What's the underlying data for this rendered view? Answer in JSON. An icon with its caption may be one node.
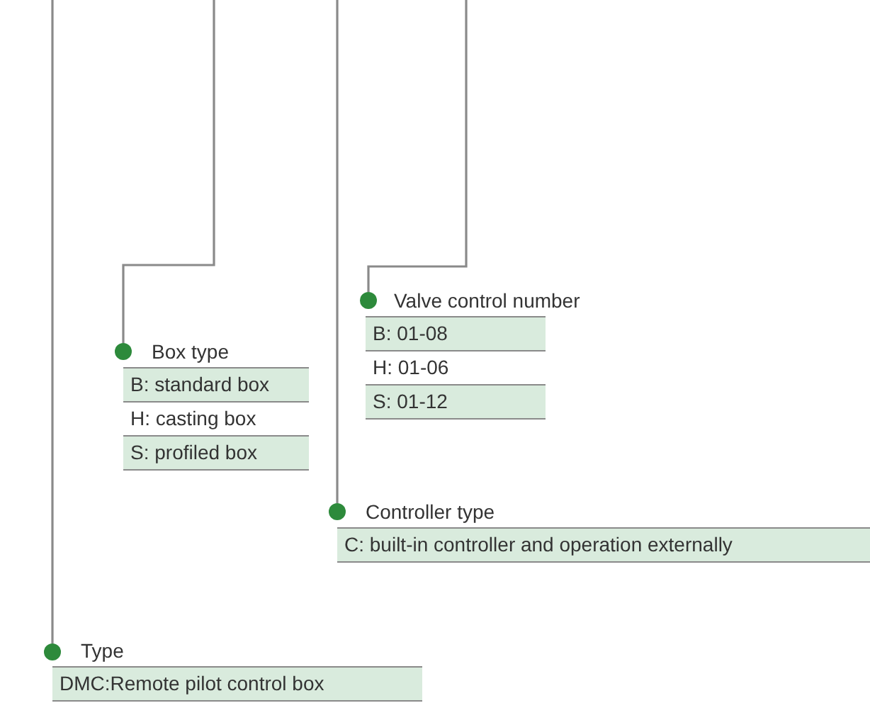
{
  "diagram": {
    "nodes": [
      {
        "text": [],
        "shape": "circle"
      },
      {
        "text": [
          "Valve control number"
        ]
      },
      {
        "text": [
          "B: 01-08"
        ],
        "in": 1
      },
      {
        "text": [
          "H: 01-06"
        ],
        "in": 1
      },
      {
        "text": [
          "S: 01-12"
        ],
        "in": 1
      },
      {
        "text": [],
        "shape": "circle"
      },
      {
        "text": [
          "Box type"
        ]
      },
      {
        "text": [
          "B: standard box"
        ],
        "in": 6
      },
      {
        "text": [
          "H: casting box"
        ],
        "in": 6
      },
      {
        "text": [
          "S: profiled box"
        ],
        "in": 6
      },
      {
        "text": [],
        "shape": "circle"
      },
      {
        "text": [
          "Controller type"
        ]
      },
      {
        "text": [
          "C: built-in controller and operation externally"
        ],
        "in": 11
      },
      {
        "text": [],
        "shape": "circle"
      },
      {
        "text": [
          "Type"
        ]
      },
      {
        "text": [
          "DMC:Remote pilot control box"
        ],
        "in": 14
      }
    ],
    "edges": [
      {
        "from": null,
        "to": 0,
        "arrow": "none"
      },
      {
        "from": null,
        "to": 5,
        "arrow": "none"
      },
      {
        "from": null,
        "to": 10,
        "arrow": "none"
      },
      {
        "from": null,
        "to": 13,
        "arrow": "none"
      }
    ]
  }
}
